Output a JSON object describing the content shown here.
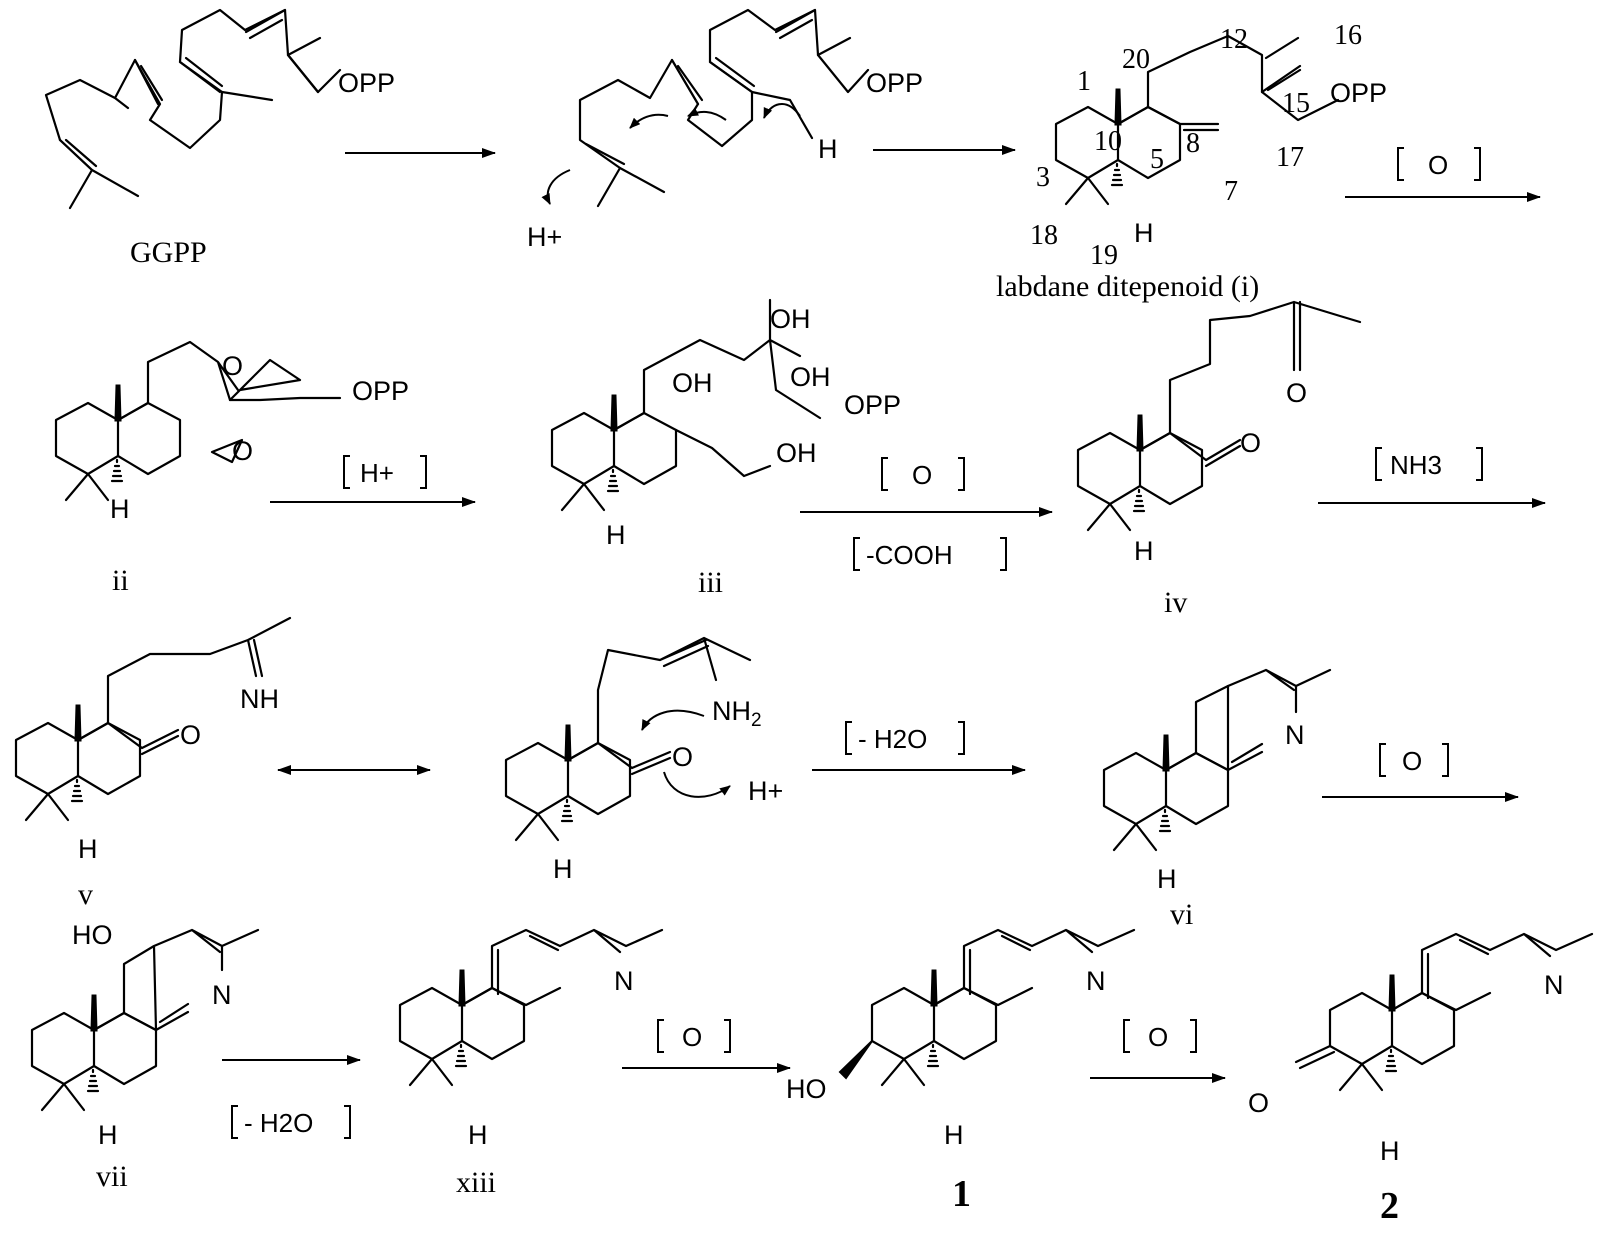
{
  "compounds": {
    "ggpp": "GGPP",
    "labdane": "labdane ditepenoid (i)",
    "ii": "ii",
    "iii": "iii",
    "iv": "iv",
    "v": "v",
    "vi": "vi",
    "vii": "vii",
    "xiii": "xiii",
    "c1": "1",
    "c2": "2"
  },
  "reagents": {
    "r1": "O",
    "r2": "H+",
    "r3a": "O",
    "r3b": "-COOH",
    "r4": "NH3",
    "r5": "- H2O",
    "r6": "O",
    "r7": "- H2O",
    "r8": "O",
    "r9": "O"
  },
  "atoms": {
    "opp": "OPP",
    "h": "H",
    "hplus": "H+",
    "o": "O",
    "oh": "OH",
    "ho": "HO",
    "n": "N",
    "nh": "NH",
    "nh2": "NH",
    "sub2": "2"
  },
  "numbering": {
    "n1": "1",
    "n3": "3",
    "n5": "5",
    "n7": "7",
    "n8": "8",
    "n10": "10",
    "n12": "12",
    "n15": "15",
    "n16": "16",
    "n17": "17",
    "n18": "18",
    "n19": "19",
    "n20": "20"
  }
}
